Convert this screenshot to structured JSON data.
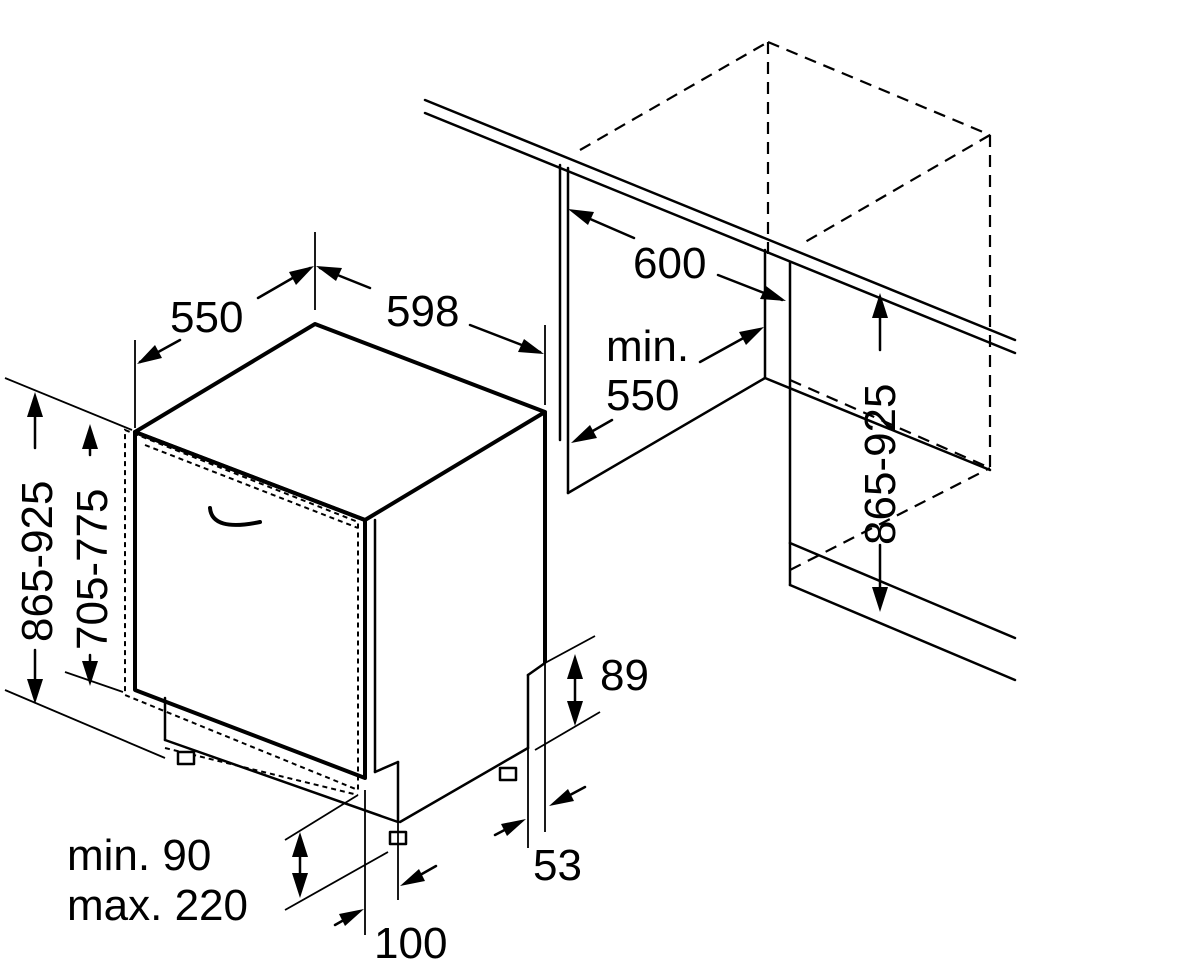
{
  "dimensions": {
    "width": "598",
    "depth": "550",
    "niche_width": "600",
    "niche_depth_line1": "min.",
    "niche_depth_line2": "550",
    "niche_height": "865-925",
    "appliance_height": "865-925",
    "door_height": "705-775",
    "plinth_gap": "89",
    "plinth_depth": "53",
    "plinth_height_line1": "min. 90",
    "plinth_height_line2": "max. 220",
    "door_offset": "100"
  }
}
